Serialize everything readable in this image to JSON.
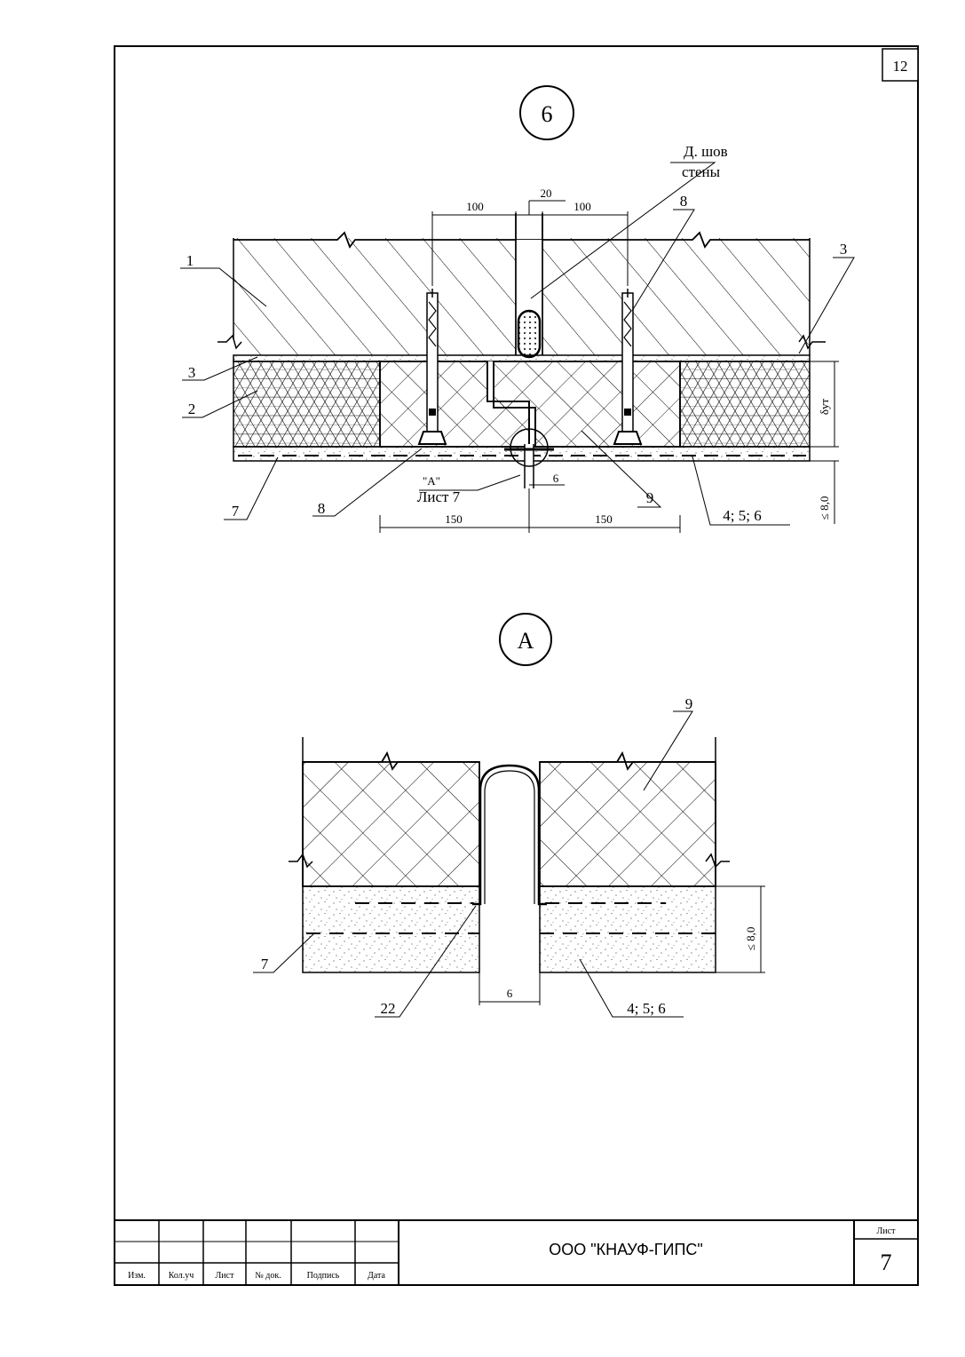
{
  "sheet": {
    "corner_number": "12",
    "organization": "ООО \"КНАУФ-ГИПС\"",
    "sheet_label": "Лист",
    "sheet_number": "7"
  },
  "title_block": {
    "columns": [
      "Изм.",
      "Кол.уч",
      "Лист",
      "№ док.",
      "Подпись",
      "Дата"
    ]
  },
  "detail_top": {
    "marker": "6",
    "callout_joint_line1": "Д. шов",
    "callout_joint_line2": "стены",
    "dims": {
      "gap": "20",
      "left_anchor": "100",
      "right_anchor": "100",
      "left_span": "150",
      "right_span": "150",
      "seam": "6",
      "thickness": "δут",
      "render_max": "≤ 8,0"
    },
    "labels": {
      "wall": "1",
      "insulation": "2",
      "adhesive_left": "3",
      "adhesive_right": "3",
      "dowel_top": "8",
      "dowel_bottom": "8",
      "mesh": "7",
      "mineral_board": "9",
      "render_layers": "4; 5; 6"
    },
    "ref_mark_line1": "\"А\"",
    "ref_mark_line2": "Лист 7"
  },
  "detail_bottom": {
    "marker": "А",
    "labels": {
      "mineral_board": "9",
      "mesh": "7",
      "profile": "22",
      "render_layers": "4; 5; 6"
    },
    "dims": {
      "gap": "6",
      "render_max": "≤ 8,0"
    }
  }
}
